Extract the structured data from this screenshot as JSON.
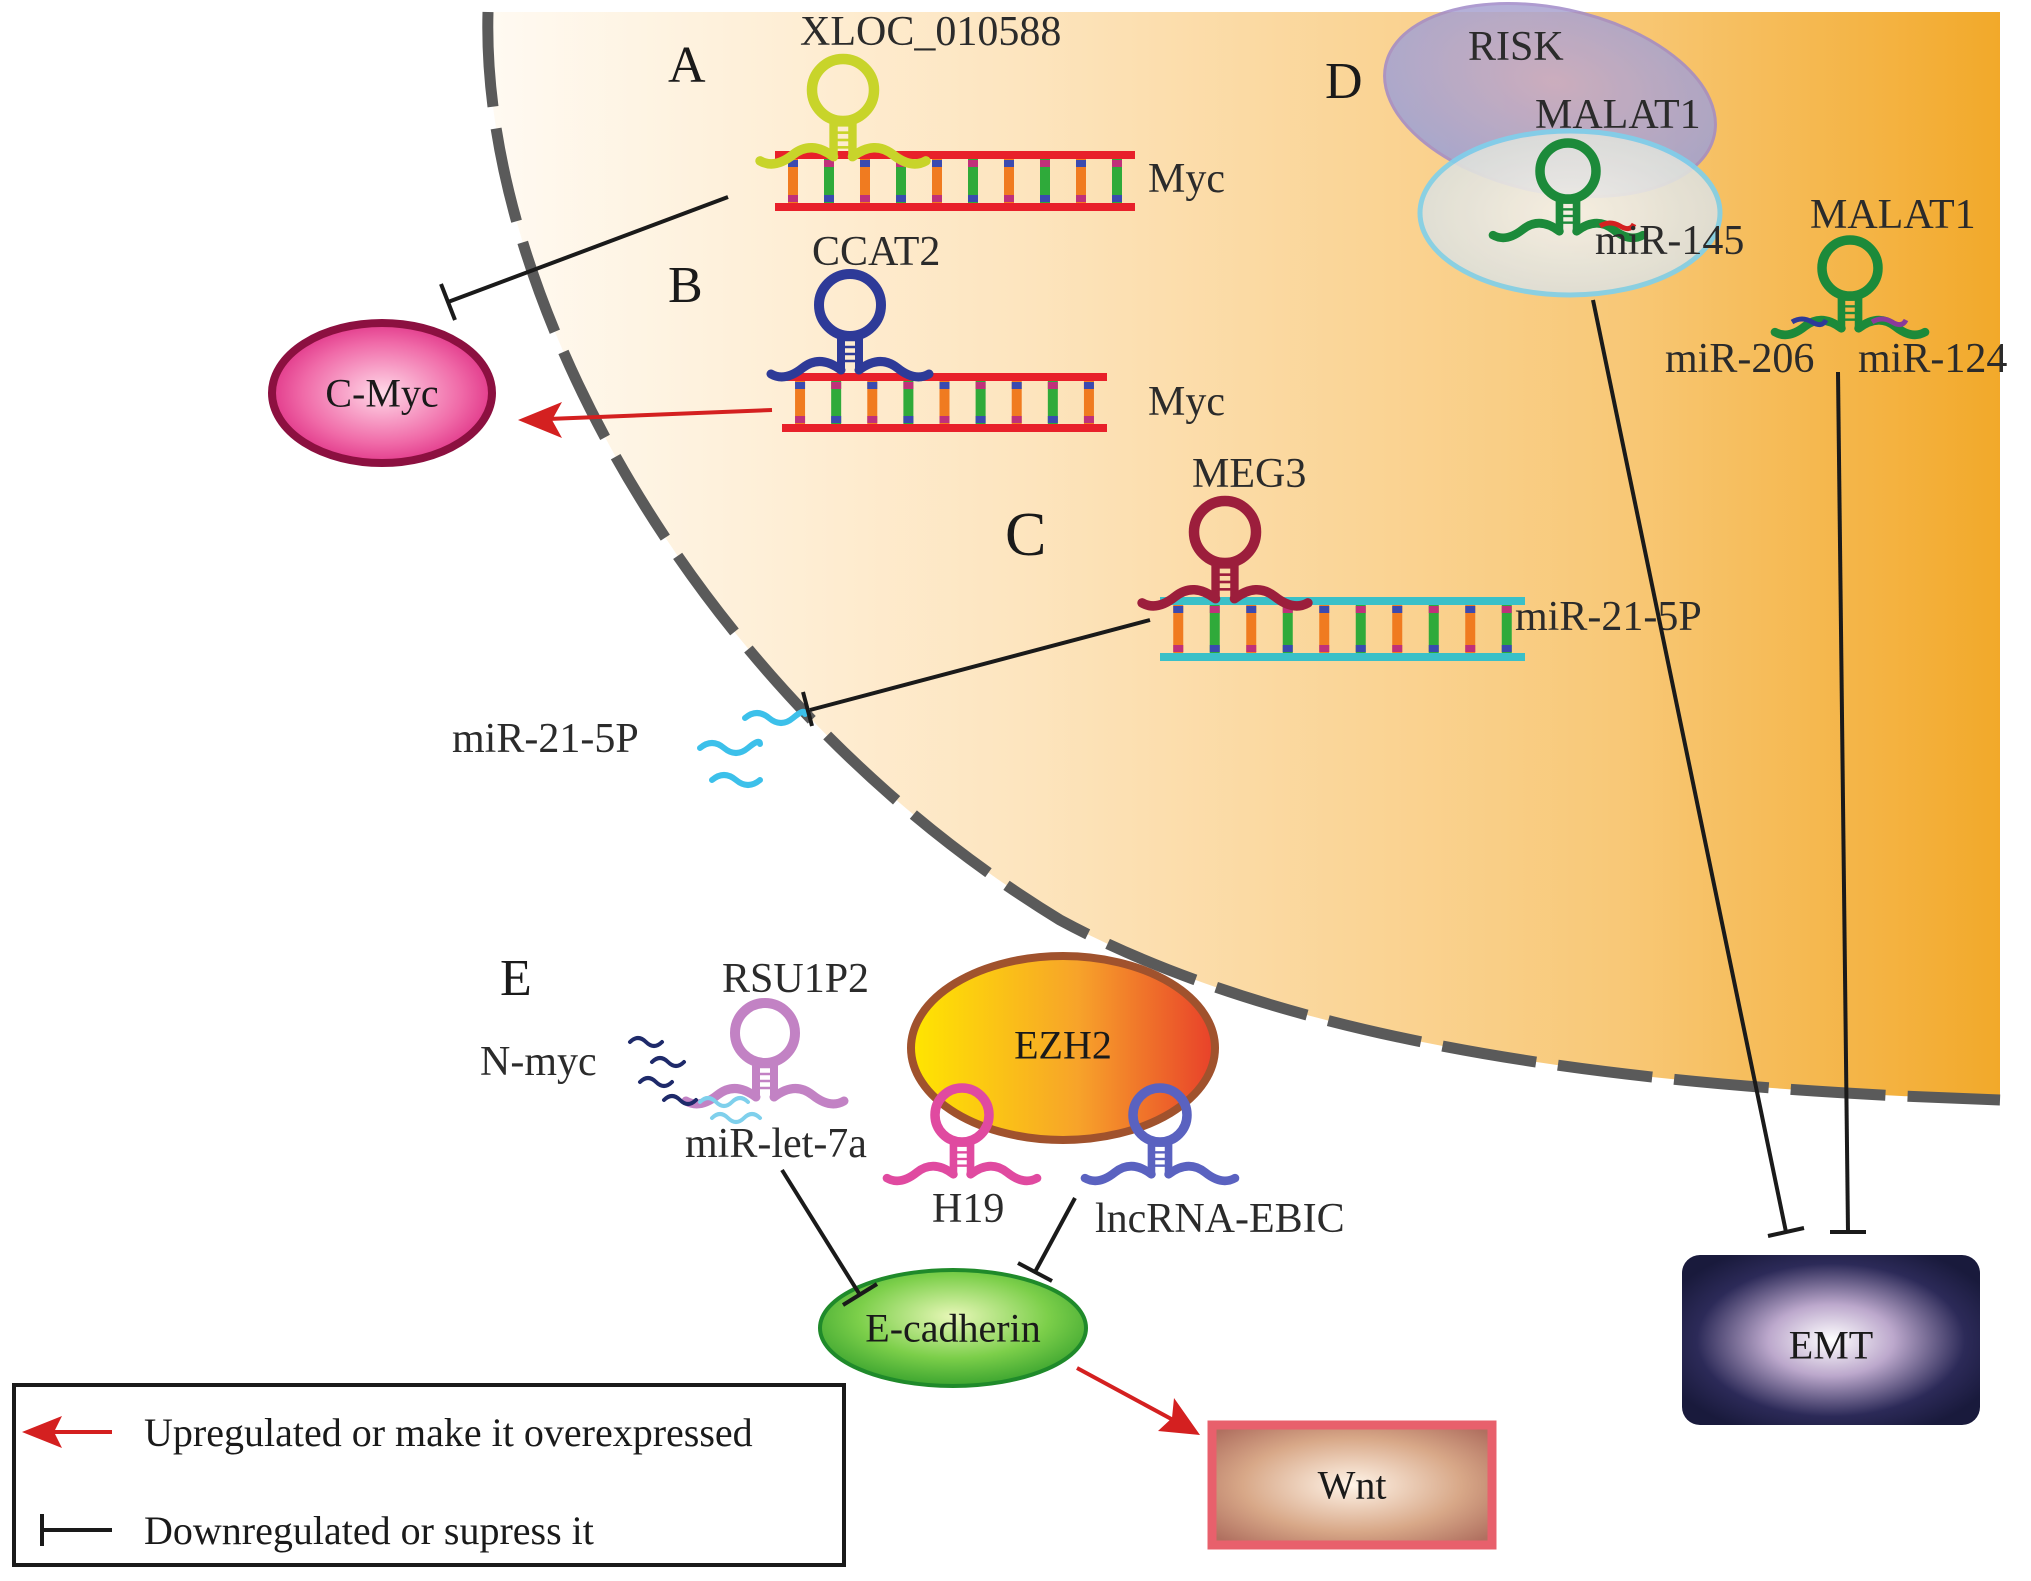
{
  "panels": {
    "a": "A",
    "b": "B",
    "c": "C",
    "d": "D",
    "e": "E"
  },
  "rnas": {
    "xloc": "XLOC_010588",
    "ccat2": "CCAT2",
    "meg3": "MEG3",
    "malat1_risk": "MALAT1",
    "malat1": "MALAT1",
    "rsu1p2": "RSU1P2",
    "h19": "H19",
    "ebic": "lncRNA-EBIC"
  },
  "targets": {
    "myc_a": "Myc",
    "myc_b": "Myc",
    "mir21_c": "miR-21-5P",
    "mir21_out": "miR-21-5P",
    "risk": "RISK",
    "mir145": "miR-145",
    "mir206": "miR-206",
    "mir124": "miR-124",
    "nmyc": "N-myc",
    "let7a": "miR-let-7a"
  },
  "nodes": {
    "cmyc": "C-Myc",
    "ezh2": "EZH2",
    "ecadherin": "E-cadherin",
    "wnt": "Wnt",
    "emt": "EMT"
  },
  "legend": {
    "up": "Upregulated or make it overexpressed",
    "down": "Downregulated or supress it"
  },
  "colors": {
    "arrow_up": "#d42020",
    "inhibit": "#1a1a1a",
    "membrane": "#5a5a5a",
    "cell_light": "#fdf0dc",
    "cell_dark": "#f4b030",
    "xloc": "#c8d42a",
    "ccat2": "#2e3a98",
    "meg3": "#9c1e3c",
    "malat1": "#1c8a3a",
    "rsu1p2": "#c282c4",
    "h19": "#e04aa0",
    "ebic": "#5a62c0",
    "mir21": "#3cc0ea"
  }
}
